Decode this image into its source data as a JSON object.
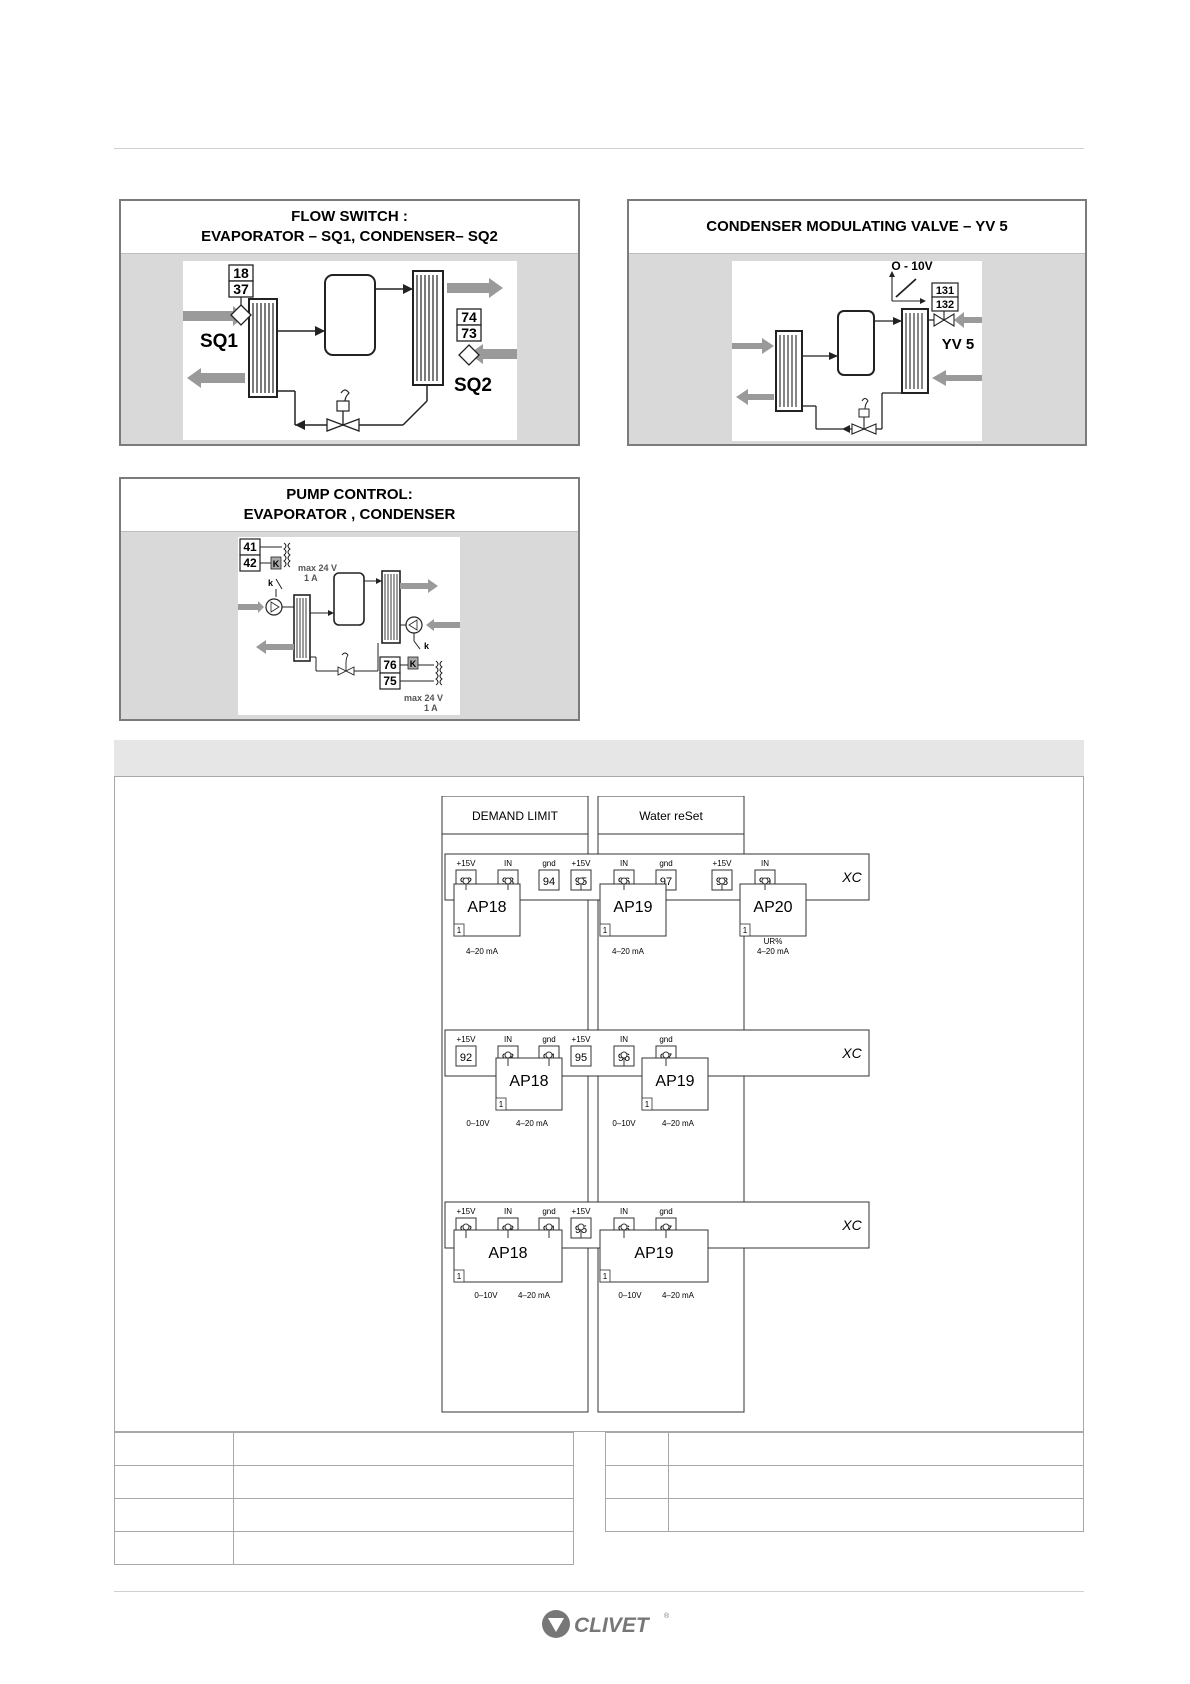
{
  "panels": {
    "flow_switch": {
      "title_line1": "FLOW SWITCH :",
      "title_line2": "EVAPORATOR – SQ1, CONDENSER– SQ2",
      "terminals_sq1": [
        "18",
        "37"
      ],
      "terminals_sq2": [
        "74",
        "73"
      ],
      "label_sq1": "SQ1",
      "label_sq2": "SQ2"
    },
    "condenser_valve": {
      "title": "CONDENSER MODULATING VALVE – YV 5",
      "signal_label": "O - 10V",
      "terminals": [
        "131",
        "132"
      ],
      "label_valve": "YV 5"
    },
    "pump_control": {
      "title_line1": "PUMP CONTROL:",
      "title_line2": "EVAPORATOR , CONDENSER",
      "terminals_top": [
        "41",
        "42"
      ],
      "terminals_bottom": [
        "76",
        "75"
      ],
      "relay_label": "K",
      "contact_label": "k",
      "rating_line1": "max 24 V",
      "rating_line2": "1 A"
    }
  },
  "wiring": {
    "col_demand": "DEMAND LIMIT",
    "col_water": "Water reSet",
    "xc": "XC",
    "plus15": "+15V",
    "in": "IN",
    "gnd": "gnd",
    "demand_terminals": [
      "92",
      "93",
      "94"
    ],
    "water_terminals": [
      "95",
      "96",
      "97"
    ],
    "extra_terminals": [
      "98",
      "99"
    ],
    "ap18": "AP18",
    "ap19": "AP19",
    "ap20": "AP20",
    "pin1": "1",
    "ma": "4–20 mA",
    "v010": "0–10V",
    "ur": "UR%"
  },
  "brand": "CLIVET"
}
